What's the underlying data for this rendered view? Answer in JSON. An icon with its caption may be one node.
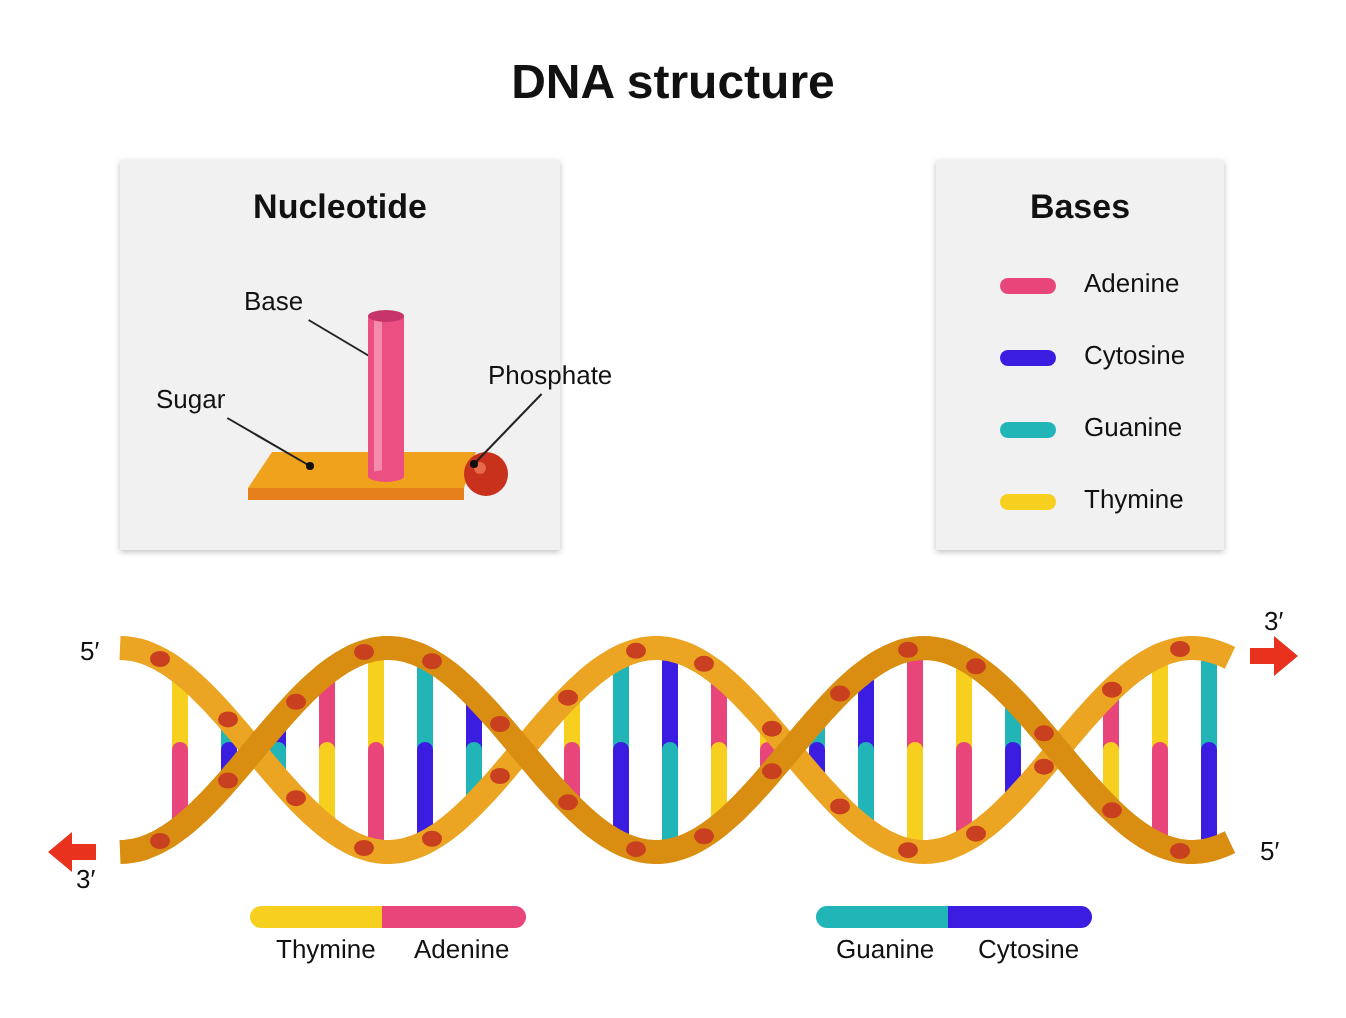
{
  "diagram": {
    "title": "DNA structure",
    "nodes": [
      {
        "text": [
          "Nucleotide"
        ]
      },
      {
        "text": [
          "Base"
        ],
        "in": 0
      },
      {
        "text": [
          "Sugar"
        ],
        "in": 0
      },
      {
        "text": [
          "Phosphate"
        ],
        "in": 0
      },
      {
        "text": [],
        "shape": "cylinder",
        "in": 0
      },
      {
        "text": [],
        "shape": "box",
        "in": 0
      },
      {
        "text": [],
        "shape": "circle",
        "in": 0
      },
      {
        "text": [
          "Bases"
        ]
      }
    ],
    "edges": [
      {
        "from": 1,
        "to": 4,
        "arrow": "other"
      },
      {
        "from": 2,
        "to": 5,
        "arrow": "other"
      },
      {
        "from": 3,
        "to": 6,
        "arrow": "other"
      }
    ],
    "labels": [
      "5′",
      "3′",
      "3′",
      "5′",
      "Thymine",
      "Adenine",
      "Guanine",
      "Cytosine"
    ],
    "legend": [
      {
        "text": "Adenine",
        "color": "#e8457a"
      },
      {
        "text": "Cytosine",
        "color": "#3a1de0"
      },
      {
        "text": "Guanine",
        "color": "#22b5b8"
      },
      {
        "text": "Thymine",
        "color": "#f7cf1e"
      }
    ]
  }
}
